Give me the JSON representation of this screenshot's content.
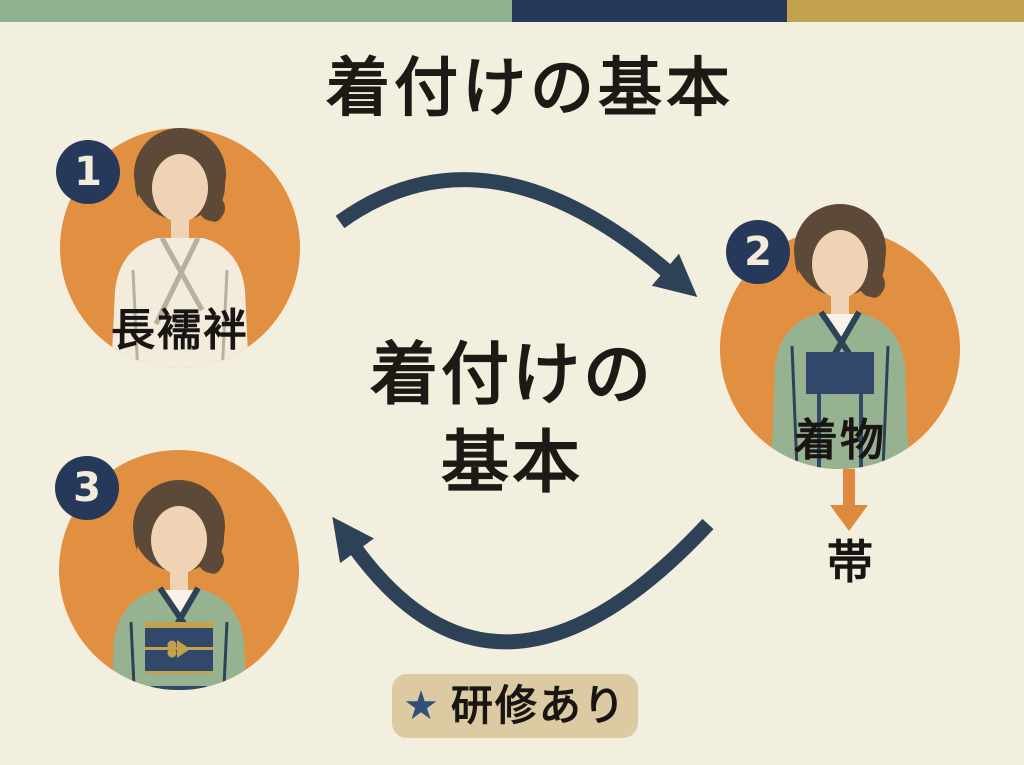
{
  "header": {
    "title": "着付けの基本"
  },
  "center_title": {
    "line1": "着付けの",
    "line2": "基本"
  },
  "steps": [
    {
      "number": "1",
      "label": "長襦袢",
      "stage": "nagajuban-under-kimono"
    },
    {
      "number": "2",
      "label": "着物",
      "stage": "kimono"
    },
    {
      "number": "3",
      "label": "",
      "stage": "kimono-with-obi"
    }
  ],
  "obi": {
    "label": "帯"
  },
  "training_badge": {
    "star": "★",
    "label": "研修あり"
  },
  "top_bar": {
    "segments": [
      {
        "name": "green",
        "color": "#8fb391"
      },
      {
        "name": "navy",
        "color": "#26395b"
      },
      {
        "name": "gold",
        "color": "#c2a24f"
      }
    ]
  },
  "colors": {
    "background": "#f3efde",
    "accent_orange": "#e18f41",
    "arrow_navy": "#2e4257",
    "step_badge_navy": "#27395a",
    "training_badge_bg": "#dbcaa2",
    "kimono_green": "#97b291",
    "obi_navy": "#31486b",
    "gold_trim": "#c2a24f",
    "text_black": "#181512"
  }
}
